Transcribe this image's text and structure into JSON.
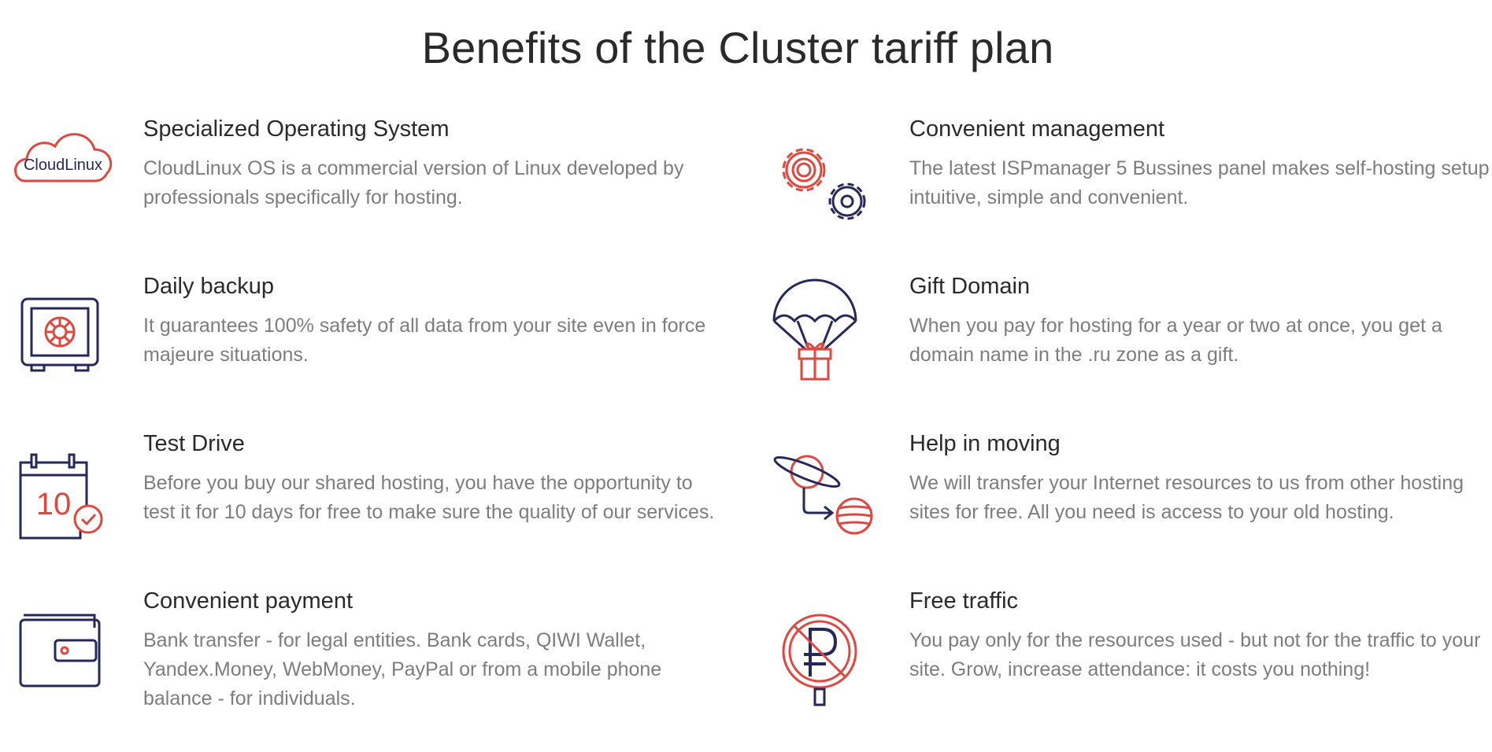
{
  "page": {
    "title": "Benefits of the Cluster tariff plan"
  },
  "colors": {
    "accent": "#e0483f",
    "navy": "#26285a",
    "title": "#2a2a2a",
    "text": "#7d7d7d"
  },
  "features": [
    {
      "icon": "cloudlinux-logo-icon",
      "logo_text": "CloudLinux",
      "title": "Specialized Operating System",
      "desc": "CloudLinux OS is a commercial version of Linux developed by professionals specifically for hosting."
    },
    {
      "icon": "gears-icon",
      "title": "Convenient management",
      "desc": "The latest ISPmanager 5 Bussines panel makes self-hosting setup intuitive, simple and convenient."
    },
    {
      "icon": "safe-icon",
      "title": "Daily backup",
      "desc": "It guarantees 100% safety of all data from your site even in force majeure situations."
    },
    {
      "icon": "parachute-gift-icon",
      "title": "Gift Domain",
      "desc": "When you pay for hosting for a year or two at once, you get a domain name in the .ru zone as a gift."
    },
    {
      "icon": "calendar-check-icon",
      "calendar_number": "10",
      "title": "Test Drive",
      "desc": "Before you buy our shared hosting, you have the opportunity to test it for 10 days for free to make sure the quality of our services."
    },
    {
      "icon": "planets-transfer-icon",
      "title": "Help in moving",
      "desc": "We will transfer your Internet resources to us from other hosting sites for free. All you need is access to your old hosting."
    },
    {
      "icon": "wallet-icon",
      "title": "Convenient payment",
      "desc": "Bank transfer - for legal entities. Bank cards, QIWI Wallet, Yandex.Money, WebMoney, PayPal or from a mobile phone balance - for individuals."
    },
    {
      "icon": "no-ruble-sign-icon",
      "title": "Free traffic",
      "desc": "You pay only for the resources used - but not for the traffic to your site. Grow, increase attendance: it costs you nothing!"
    }
  ]
}
